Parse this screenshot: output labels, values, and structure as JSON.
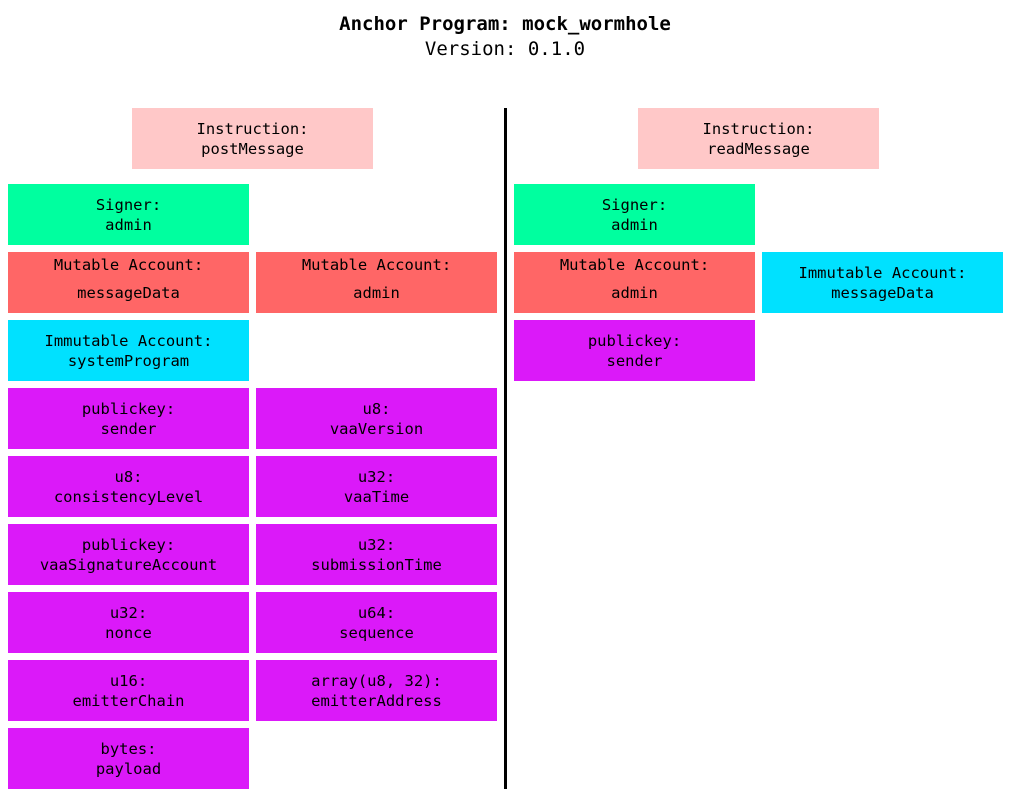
{
  "header": {
    "title": "Anchor Program: mock_wormhole",
    "version": "Version: 0.1.0"
  },
  "colors": {
    "instruction": "#ffc8c8",
    "signer": "#00ff9f",
    "mutable_account": "#ff6666",
    "immutable_account": "#00e1ff",
    "field": "#db19f9"
  },
  "instructions": [
    {
      "label": "Instruction:",
      "name": "postMessage",
      "signer": {
        "label": "Signer:",
        "name": "admin"
      },
      "mutable_accounts": [
        {
          "label": "Mutable Account:",
          "name": "messageData"
        },
        {
          "label": "Mutable Account:",
          "name": "admin"
        }
      ],
      "immutable_accounts": [
        {
          "label": "Immutable Account:",
          "name": "systemProgram"
        }
      ],
      "args": [
        {
          "type": "publickey:",
          "name": "sender"
        },
        {
          "type": "u8:",
          "name": "vaaVersion"
        },
        {
          "type": "u8:",
          "name": "consistencyLevel"
        },
        {
          "type": "u32:",
          "name": "vaaTime"
        },
        {
          "type": "publickey:",
          "name": "vaaSignatureAccount"
        },
        {
          "type": "u32:",
          "name": "submissionTime"
        },
        {
          "type": "u32:",
          "name": "nonce"
        },
        {
          "type": "u64:",
          "name": "sequence"
        },
        {
          "type": "u16:",
          "name": "emitterChain"
        },
        {
          "type": "array(u8, 32):",
          "name": "emitterAddress"
        },
        {
          "type": "bytes:",
          "name": "payload"
        }
      ]
    },
    {
      "label": "Instruction:",
      "name": "readMessage",
      "signer": {
        "label": "Signer:",
        "name": "admin"
      },
      "mutable_accounts": [
        {
          "label": "Mutable Account:",
          "name": "admin"
        }
      ],
      "immutable_accounts": [
        {
          "label": "Immutable Account:",
          "name": "messageData"
        }
      ],
      "args": [
        {
          "type": "publickey:",
          "name": "sender"
        }
      ]
    }
  ]
}
